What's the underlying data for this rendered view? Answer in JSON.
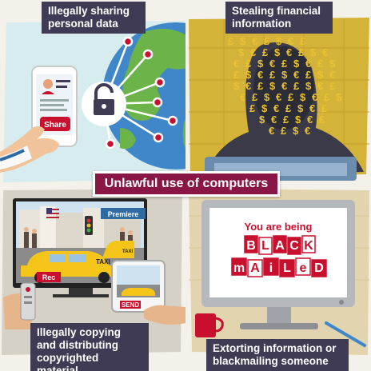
{
  "panels": {
    "privacy": {
      "label": "Illegally sharing\npersonal data",
      "button": "Share"
    },
    "financial": {
      "label": "Stealing financial\ninformation",
      "symbols": [
        "£",
        "$",
        "€"
      ]
    },
    "copyright": {
      "label": "Illegally copying\nand distributing\ncopyrighted material",
      "tv_badge": "Premiere",
      "rec_badge": "Rec",
      "send_button": "SEND",
      "taxi_sign": "TAXI"
    },
    "blackmail": {
      "label": "Extorting information or\nblackmailing someone",
      "screen_line1": "You are being",
      "screen_word2": "BLACK",
      "screen_word3": "mAiLeD"
    }
  },
  "banner": {
    "title": "Unlawful use of computers"
  },
  "colors": {
    "label_bg": "#3f3b55",
    "banner_bg": "#8a1645",
    "accent_red": "#c8102e",
    "money_gold": "#e9c232"
  }
}
